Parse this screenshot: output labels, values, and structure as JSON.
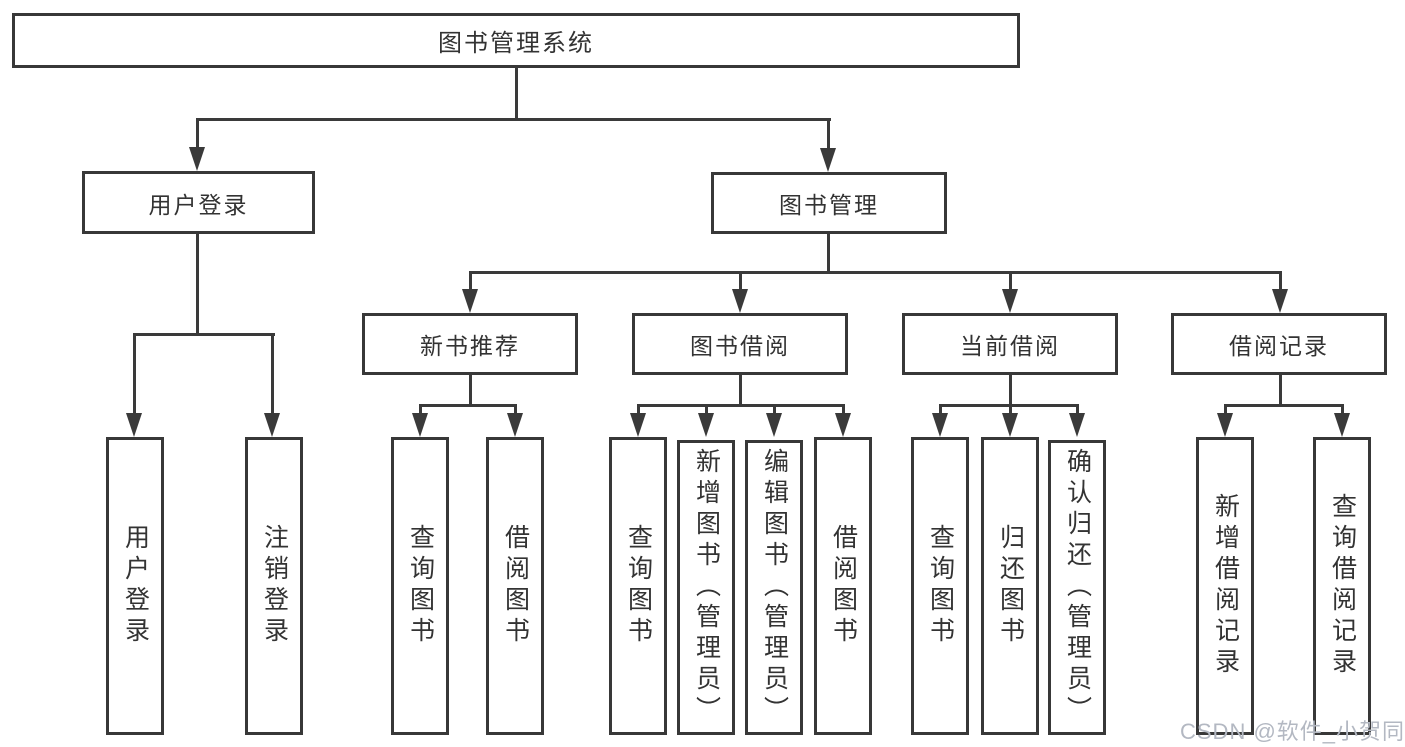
{
  "title": "图书管理系统",
  "root": {
    "label": "图书管理系统"
  },
  "branches": [
    {
      "label": "用户登录",
      "children": [
        {
          "label": "用户登录"
        },
        {
          "label": "注销登录"
        }
      ]
    },
    {
      "label": "图书管理",
      "sections": [
        {
          "label": "新书推荐",
          "children": [
            {
              "label": "查询图书"
            },
            {
              "label": "借阅图书"
            }
          ]
        },
        {
          "label": "图书借阅",
          "children": [
            {
              "label": "查询图书"
            },
            {
              "label": "新增图书（管理员）"
            },
            {
              "label": "编辑图书（管理员）"
            },
            {
              "label": "借阅图书"
            }
          ]
        },
        {
          "label": "当前借阅",
          "children": [
            {
              "label": "查询图书"
            },
            {
              "label": "归还图书"
            },
            {
              "label": "确认归还（管理员）"
            }
          ]
        },
        {
          "label": "借阅记录",
          "children": [
            {
              "label": "新增借阅记录"
            },
            {
              "label": "查询借阅记录"
            }
          ]
        }
      ]
    }
  ],
  "watermark": {
    "text": "CSDN @软件_小贺同学"
  },
  "colors": {
    "line": "#3a3a3a",
    "text": "#333333",
    "watermark": "#b3b8c2",
    "background": "#ffffff"
  }
}
